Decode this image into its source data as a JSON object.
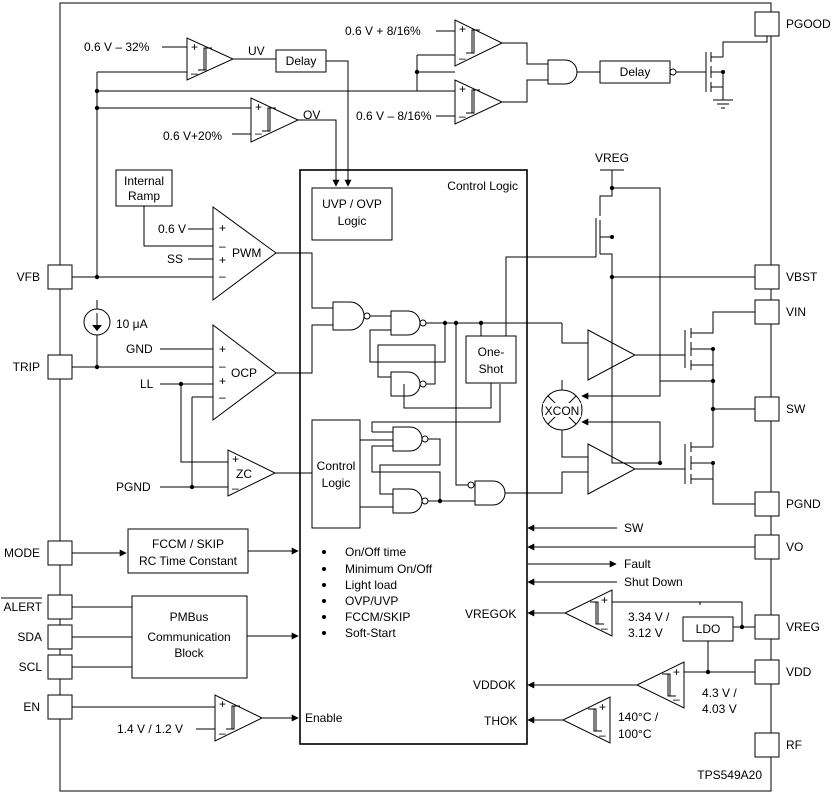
{
  "part_number": "TPS549A20",
  "pins_left": {
    "vfb": "VFB",
    "trip": "TRIP",
    "mode": "MODE",
    "alert": "ALERT",
    "sda": "SDA",
    "scl": "SCL",
    "en": "EN"
  },
  "pins_right": {
    "pgood": "PGOOD",
    "vbst": "VBST",
    "vin": "VIN",
    "sw": "SW",
    "pgnd": "PGND",
    "vo": "VO",
    "vreg": "VREG",
    "vdd": "VDD",
    "rf": "RF"
  },
  "references": {
    "uv": "0.6 V – 32%",
    "ov": "0.6 V+20%",
    "pg_high": "0.6 V + 8/16%",
    "pg_low": "0.6 V – 8/16%",
    "pwm_ref": "0.6 V",
    "ss": "SS",
    "gnd": "GND",
    "ll": "LL",
    "pgnd_left": "PGND",
    "current": "10 μA",
    "en_ref": "1.4 V / 1.2 V",
    "vregok_ref_1": "3.34 V /",
    "vregok_ref_2": "3.12 V",
    "vddok_ref_1": "4.3 V /",
    "vddok_ref_2": "4.03 V",
    "thok_ref_1": "140°C /",
    "thok_ref_2": "100°C",
    "vreg_top": "VREG"
  },
  "signals": {
    "uv": "UV",
    "ov": "OV",
    "sw_in": "SW",
    "fault": "Fault",
    "shutdown": "Shut Down",
    "vregok": "VREGOK",
    "vddok": "VDDOK",
    "thok": "THOK",
    "enable": "Enable"
  },
  "blocks": {
    "delay": "Delay",
    "internal_ramp_1": "Internal",
    "internal_ramp_2": "Ramp",
    "pwm": "PWM",
    "ocp": "OCP",
    "zc": "ZC",
    "control_logic_title": "Control Logic",
    "uvp_ovp_1": "UVP / OVP",
    "uvp_ovp_2": "Logic",
    "one_shot_1": "One-",
    "one_shot_2": "Shot",
    "control_logic_inner_1": "Control",
    "control_logic_inner_2": "Logic",
    "xcon": "XCON",
    "ldo": "LDO",
    "fccm_1": "FCCM / SKIP",
    "fccm_2": "RC Time Constant",
    "pmbus_1": "PMBus",
    "pmbus_2": "Communication",
    "pmbus_3": "Block"
  },
  "control_logic_functions": [
    "On/Off time",
    "Minimum On/Off",
    "Light load",
    "OVP/UVP",
    "FCCM/SKIP",
    "Soft-Start"
  ]
}
